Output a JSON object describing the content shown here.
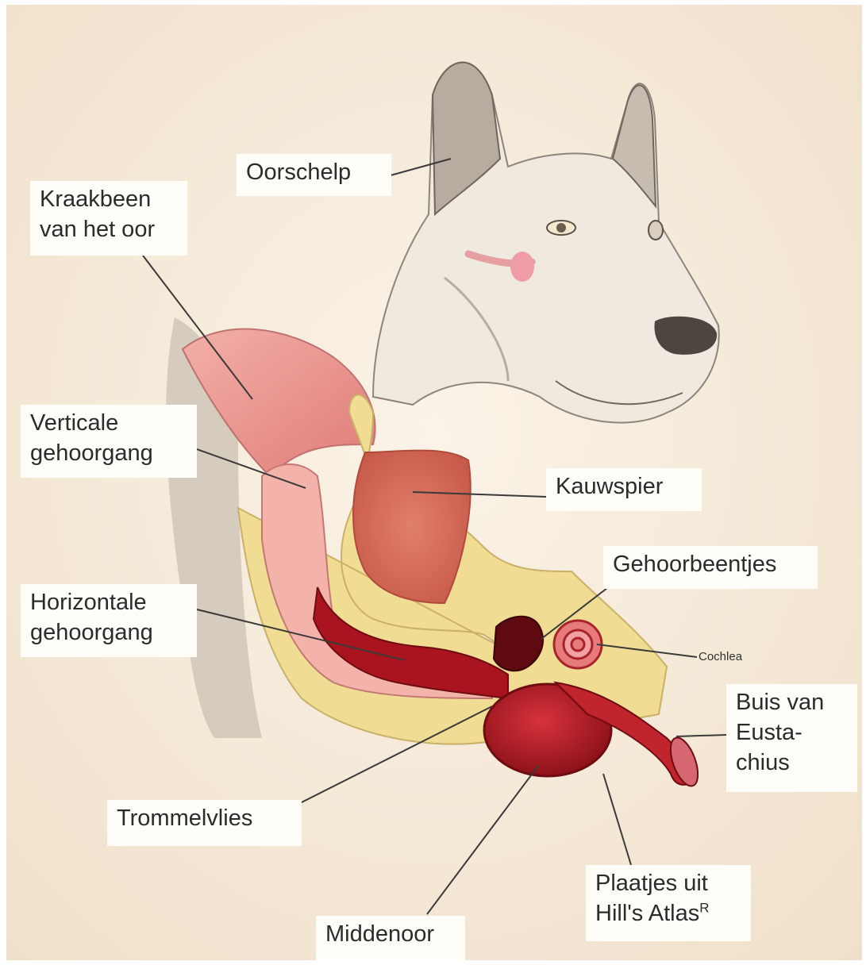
{
  "labels": {
    "oorschelp": "Oorschelp",
    "kraakbeen_1": "Kraakbeen",
    "kraakbeen_2": "van het oor",
    "verticale_1": "Verticale",
    "verticale_2": "gehoorgang",
    "kauwspier": "Kauwspier",
    "gehoorbeentjes": "Gehoorbeentjes",
    "horizontale_1": "Horizontale",
    "horizontale_2": "gehoorgang",
    "cochlea": "Cochlea",
    "buis_1": "Buis van",
    "buis_2": "Eusta-",
    "buis_3": "chius",
    "trommelvlies": "Trommelvlies",
    "plaatjes_1": "Plaatjes uit",
    "plaatjes_2": "Hill's Atlas",
    "plaatjes_sup": "R",
    "middenoor": "Middenoor"
  },
  "colors": {
    "background": "#f6ebdc",
    "canal": "#b81e28",
    "tissue": "#e8a59a",
    "bone": "#efd98c",
    "muscle": "#d9705e",
    "fur": "#c9c2b6",
    "leader": "#3a3a3a"
  }
}
